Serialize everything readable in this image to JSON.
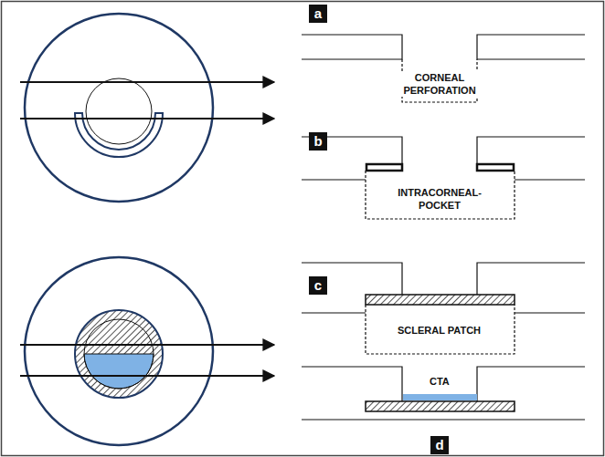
{
  "diagram": {
    "labels": [
      "a",
      "CORNEAL PERFORATION",
      "b",
      "INTRACORNEAL- POCKET",
      "c",
      "SCLERAL PATCH",
      "CTA",
      "d"
    ]
  }
}
